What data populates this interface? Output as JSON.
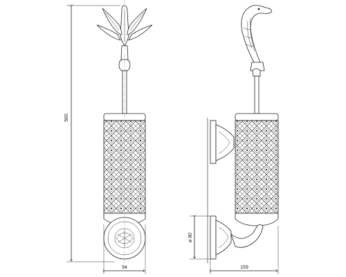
{
  "drawing": {
    "dimensions": {
      "height": "560",
      "front_width": "94",
      "side_depth": "159",
      "mount_diameter": "ø 80"
    }
  }
}
